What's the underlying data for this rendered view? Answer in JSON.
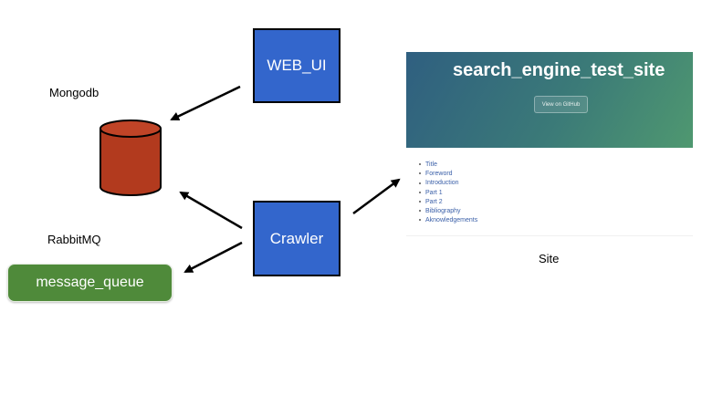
{
  "nodes": {
    "web_ui": "WEB_UI",
    "crawler": "Crawler",
    "message_queue": "message_queue"
  },
  "labels": {
    "mongodb": "Mongodb",
    "rabbitmq": "RabbitMQ",
    "site": "Site"
  },
  "site": {
    "title": "search_engine_test_site",
    "button": "View on GitHub",
    "items": [
      "Title",
      "Foreword",
      "Introduction",
      "Part 1",
      "Part 2",
      "Bibliography",
      "Aknowledgements"
    ]
  },
  "colors": {
    "box_fill": "#3366cc",
    "queue_fill": "#4f8a3a",
    "db_fill": "#b23a1e",
    "link": "#3a5fa8"
  }
}
